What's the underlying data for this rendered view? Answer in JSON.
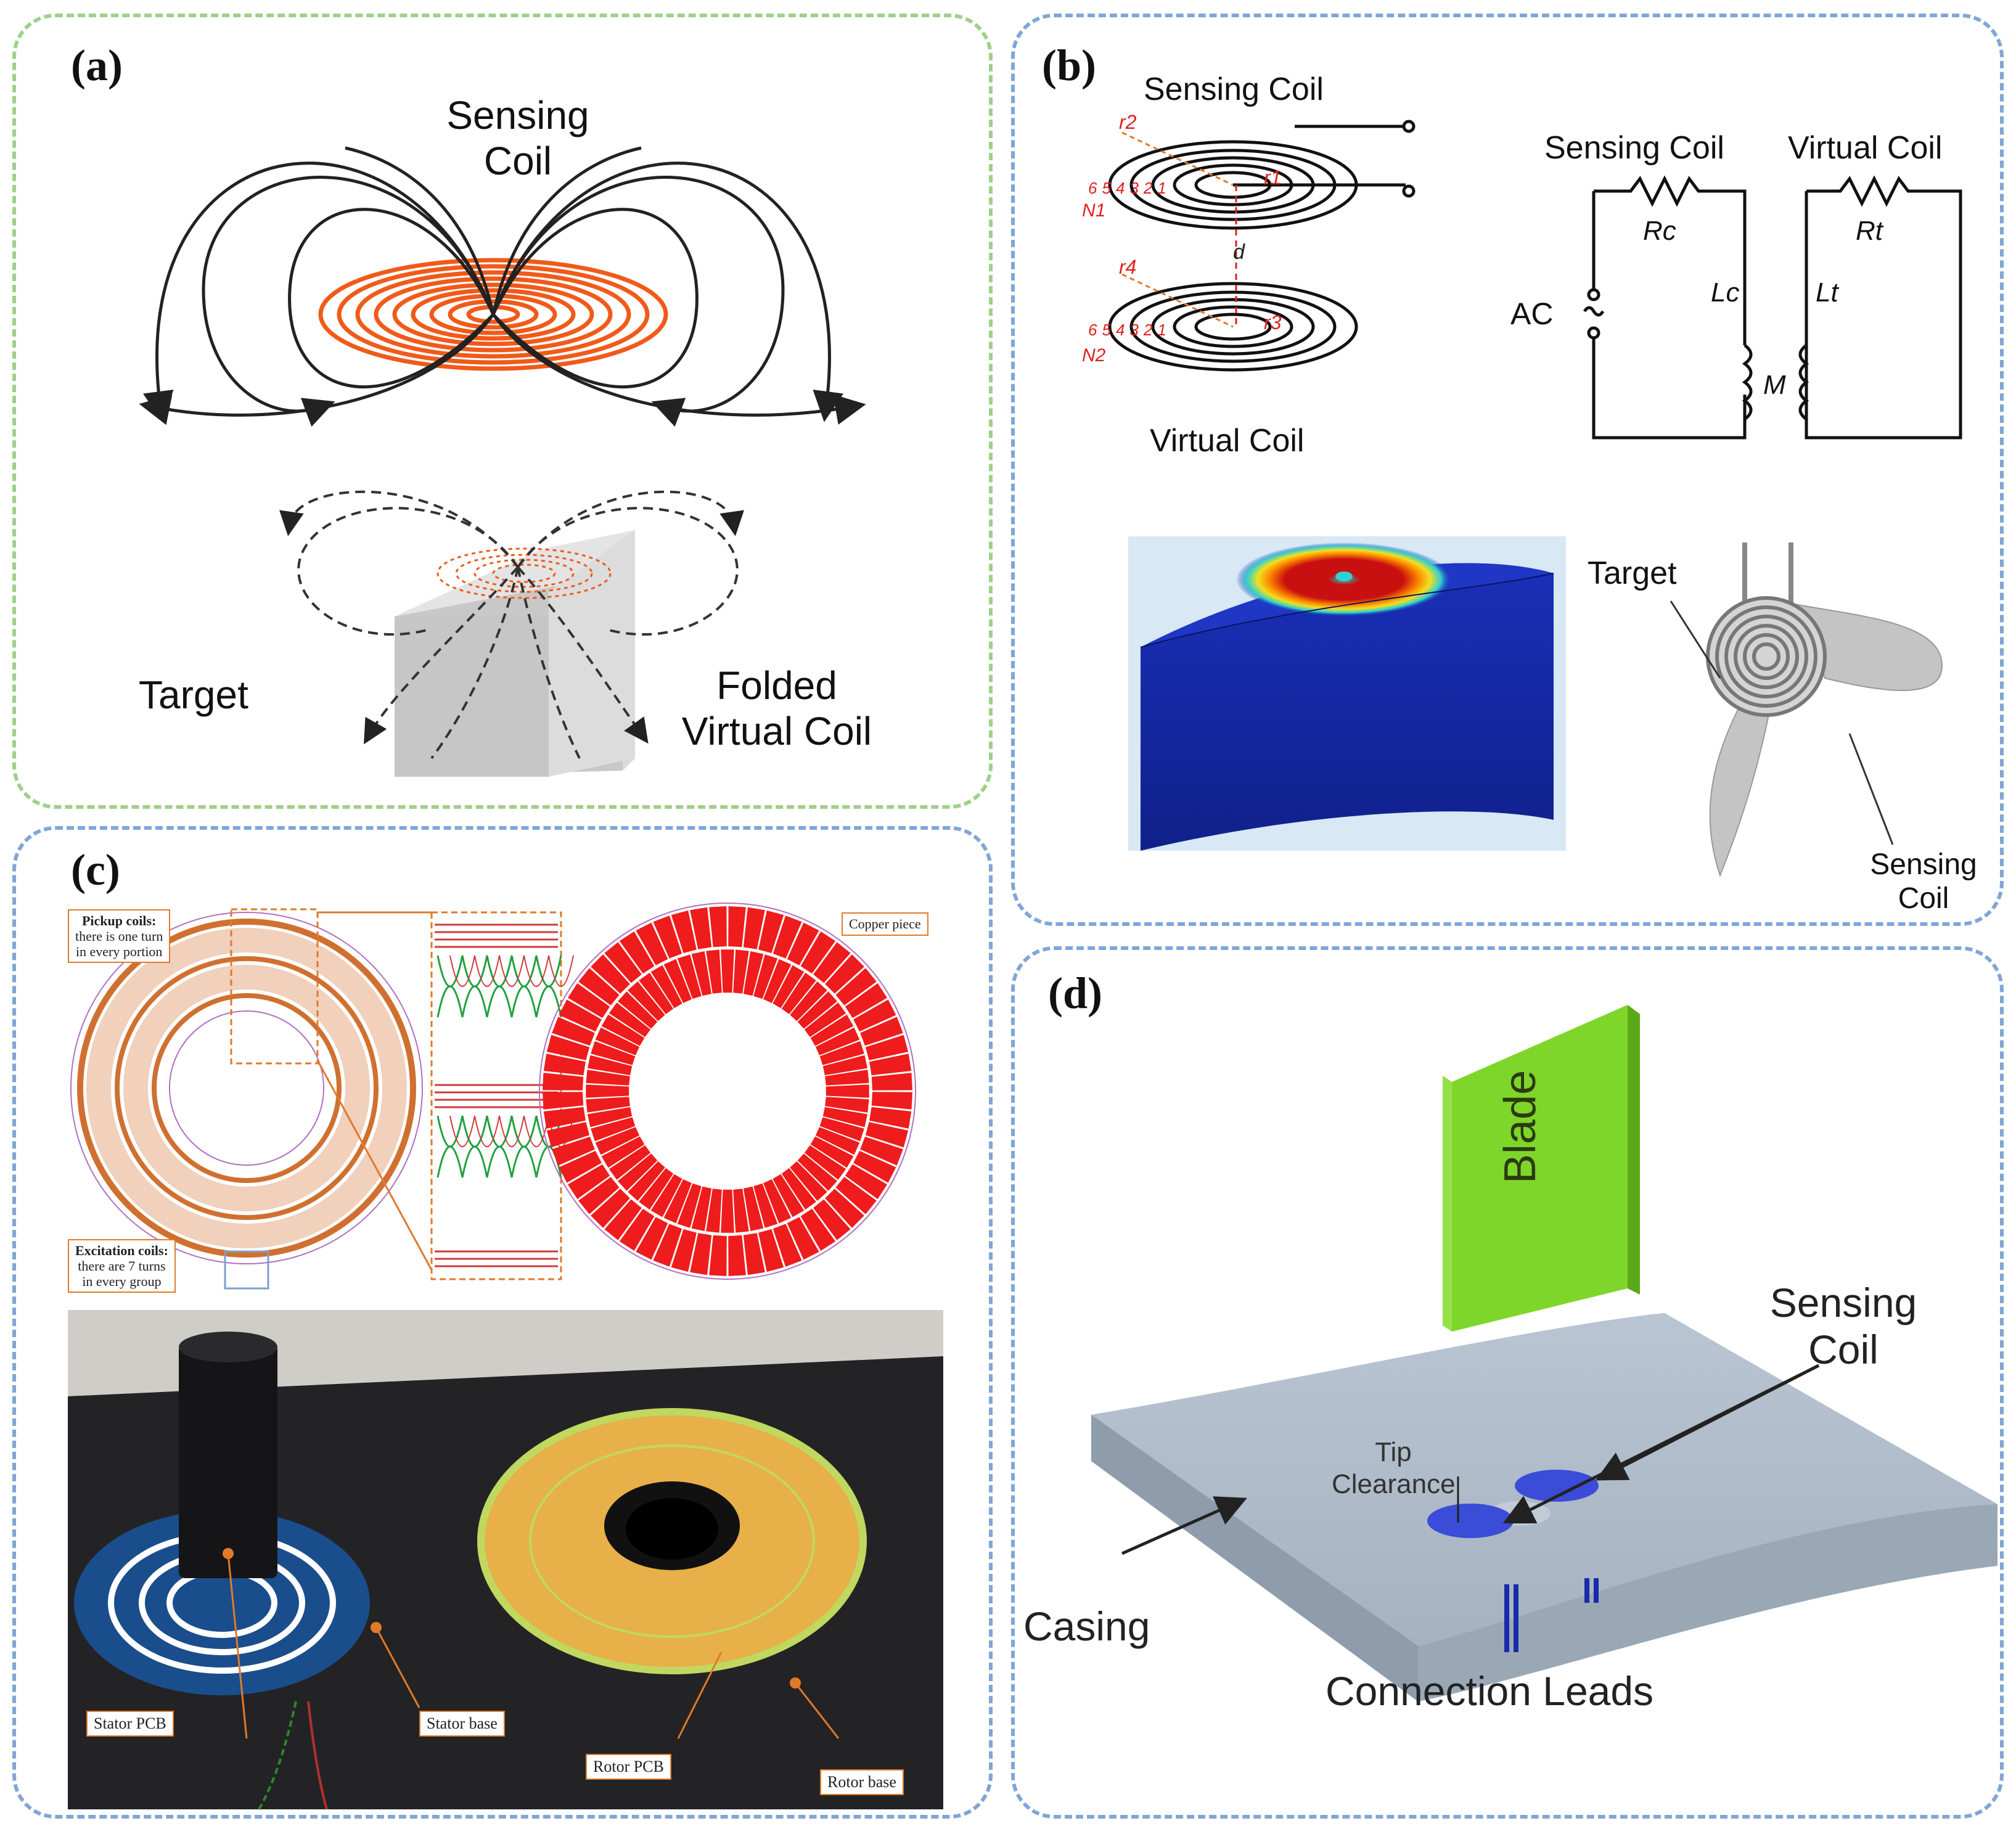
{
  "panel_a": {
    "label": "(a)",
    "sensing_coil": [
      "Sensing",
      "Coil"
    ],
    "target": "Target",
    "folded_virtual_coil": [
      "Folded",
      "Virtual Coil"
    ]
  },
  "panel_b": {
    "label": "(b)",
    "sensing_coil_top": "Sensing Coil",
    "virtual_coil_bottom": "Virtual Coil",
    "r2": "r2",
    "r1": "r1",
    "r4": "r4",
    "r3": "r3",
    "d": "d",
    "n1": "N1",
    "n2": "N2",
    "turns": [
      "6",
      "5",
      "4",
      "3",
      "2",
      "1"
    ],
    "circuit_sensing": "Sensing Coil",
    "circuit_virtual": "Virtual Coil",
    "rc": "Rc",
    "rt": "Rt",
    "lc": "Lc",
    "lt": "Lt",
    "ac": "AC",
    "m": "M",
    "target": "Target",
    "sensing_coil_lower": [
      "Sensing",
      "Coil"
    ]
  },
  "panel_c": {
    "label": "(c)",
    "pickup": [
      "Pickup coils:",
      "there is one turn",
      "in every portion"
    ],
    "excitation": [
      "Excitation coils:",
      "there are 7 turns",
      "in every group"
    ],
    "copper_piece": "Copper piece",
    "stator_pcb": "Stator PCB",
    "stator_base": "Stator base",
    "rotor_pcb": "Rotor PCB",
    "rotor_base": "Rotor base"
  },
  "panel_d": {
    "label": "(d)",
    "blade": "Blade",
    "sensing_coil": [
      "Sensing",
      "Coil"
    ],
    "tip_clearance": [
      "Tip",
      "Clearance"
    ],
    "casing": "Casing",
    "connection_leads": "Connection Leads"
  },
  "colors": {
    "coil_orange": "#f05a1a",
    "blade_green": "#7fd62a",
    "pcb_blue": "#1a4d8c",
    "rotor_red": "#ee1c1c",
    "field_red": "#c81010",
    "field_blue": "#1a2fb8"
  }
}
